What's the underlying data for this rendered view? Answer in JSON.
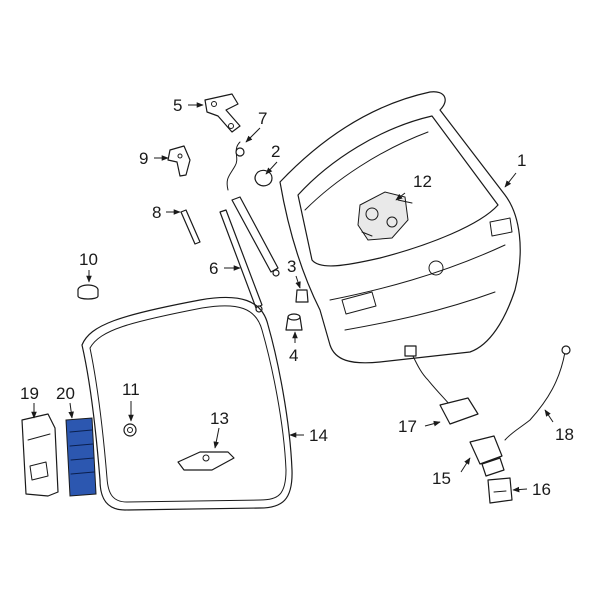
{
  "diagram": {
    "highlight_color": "#2c57b0",
    "highlighted_part": "20",
    "callouts": {
      "c1": "1",
      "c2": "2",
      "c3": "3",
      "c4": "4",
      "c5": "5",
      "c6": "6",
      "c7": "7",
      "c8": "8",
      "c9": "9",
      "c10": "10",
      "c11": "11",
      "c12": "12",
      "c13": "13",
      "c14": "14",
      "c15": "15",
      "c16": "16",
      "c17": "17",
      "c18": "18",
      "c19": "19",
      "c20": "20"
    }
  }
}
